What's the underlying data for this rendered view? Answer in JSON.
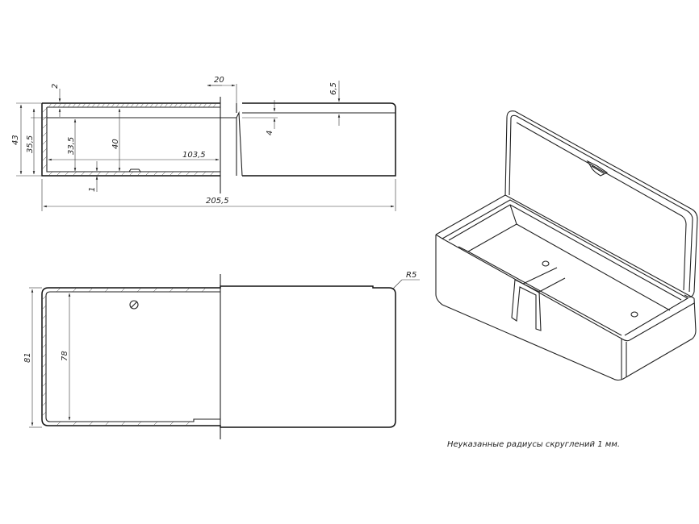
{
  "dimensions": {
    "wall": "2",
    "lid_step": "20",
    "lid_height": "6,5",
    "total_height": "43",
    "inner_height": "35,5",
    "depth_small": "33,5",
    "depth_large": "40",
    "half_length": "103,5",
    "step": "4",
    "bottom": "1",
    "total_length": "205,5",
    "width_outer": "81",
    "width_inner": "78",
    "radius": "R5"
  },
  "note": "Неуказанные радиусы скруглений 1 мм."
}
